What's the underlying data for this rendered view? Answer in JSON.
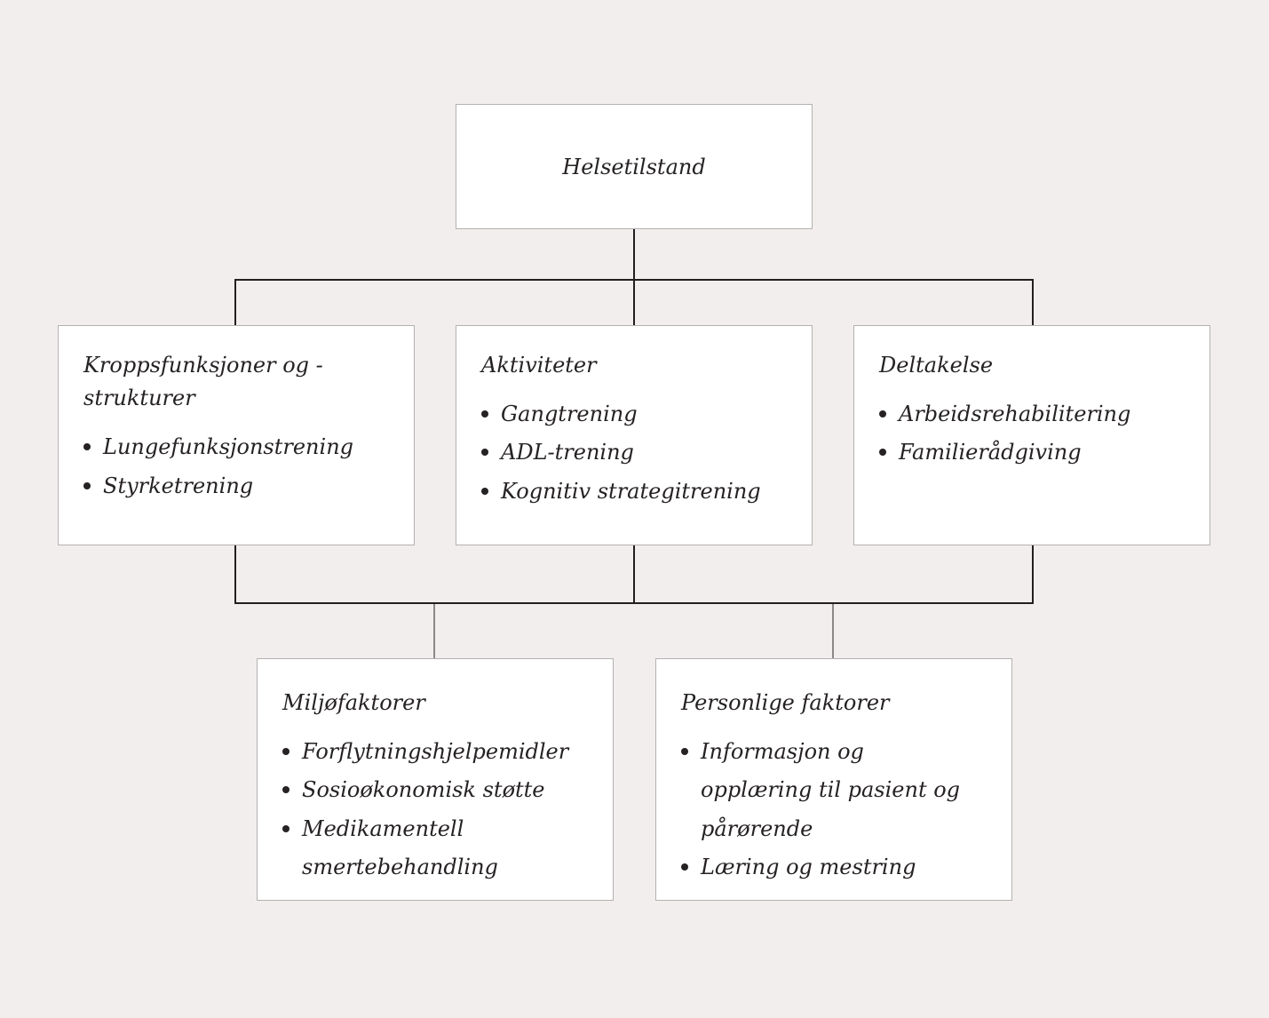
{
  "palette": {
    "background": "#f3eeee",
    "box_fill": "#ffffff",
    "box_border": "#b5b1b1",
    "connector_dark": "#231f20",
    "connector_gray": "#8c8888",
    "text": "#262223"
  },
  "diagram": {
    "root": {
      "title": "Helsetilstand"
    },
    "level2": [
      {
        "title": "Kroppsfunksjoner og -strukturer",
        "items": [
          "Lungefunksjonstrening",
          "Styrketrening"
        ]
      },
      {
        "title": "Aktiviteter",
        "items": [
          "Gangtrening",
          "ADL-trening",
          "Kognitiv strategitrening"
        ]
      },
      {
        "title": "Deltakelse",
        "items": [
          "Arbeidsrehabilitering",
          "Familierådgiving"
        ]
      }
    ],
    "level3": [
      {
        "title": "Miljøfaktorer",
        "items": [
          "Forflytningshjelpemidler",
          "Sosioøkonomisk støtte",
          "Medikamentell smertebehandling"
        ]
      },
      {
        "title": "Personlige faktorer",
        "items": [
          "Informasjon og\nopplæring til pasient og\npårørende",
          "Læring og mestring"
        ]
      }
    ]
  }
}
